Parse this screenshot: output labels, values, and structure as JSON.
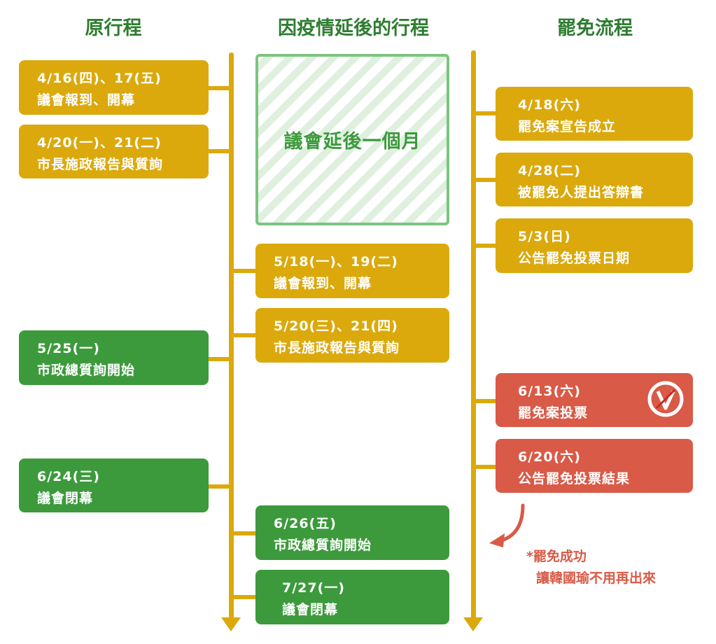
{
  "headers": {
    "original": "原行程",
    "delayed": "因疫情延後的行程",
    "recall": "罷免流程"
  },
  "original": [
    {
      "date": "4/16(四)、17(五)",
      "event": "議會報到、開幕"
    },
    {
      "date": "4/20(一)、21(二)",
      "event": "市長施政報告與質詢"
    },
    {
      "date": "5/25(一)",
      "event": "市政總質詢開始"
    },
    {
      "date": "6/24(三)",
      "event": "議會閉幕"
    }
  ],
  "delayed": {
    "banner": "議會延後一個月",
    "items": [
      {
        "date": "5/18(一)、19(二)",
        "event": "議會報到、開幕"
      },
      {
        "date": "5/20(三)、21(四)",
        "event": "市長施政報告與質詢"
      },
      {
        "date": "6/26(五)",
        "event": "市政總質詢開始"
      },
      {
        "date": "7/27(一)",
        "event": "議會閉幕"
      }
    ]
  },
  "recall": [
    {
      "date": "4/18(六)",
      "event": "罷免案宣告成立"
    },
    {
      "date": "4/28(二)",
      "event": "被罷免人提出答辯書"
    },
    {
      "date": "5/3(日)",
      "event": "公告罷免投票日期"
    },
    {
      "date": "6/13(六)",
      "event": "罷免案投票"
    },
    {
      "date": "6/20(六)",
      "event": "公告罷免投票結果"
    }
  ],
  "note": {
    "line1": "*罷免成功",
    "line2": "讓韓國瑜不用再出來"
  },
  "colors": {
    "gold": "#dba90c",
    "green": "#3c9a3c",
    "red": "#d95a47",
    "title": "#2f7d31"
  }
}
